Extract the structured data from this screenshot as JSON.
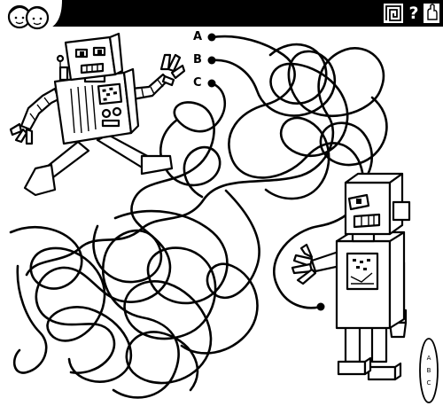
{
  "start_labels": [
    "A",
    "B",
    "C"
  ],
  "answer_key": [
    "A",
    "B",
    "C"
  ],
  "header_icons": [
    "kids-faces-icon",
    "maze-spiral-icon",
    "question-mark-icon",
    "hand-pointer-icon"
  ],
  "help_glyph": "?",
  "colors": {
    "ink": "#000000",
    "paper": "#ffffff"
  }
}
